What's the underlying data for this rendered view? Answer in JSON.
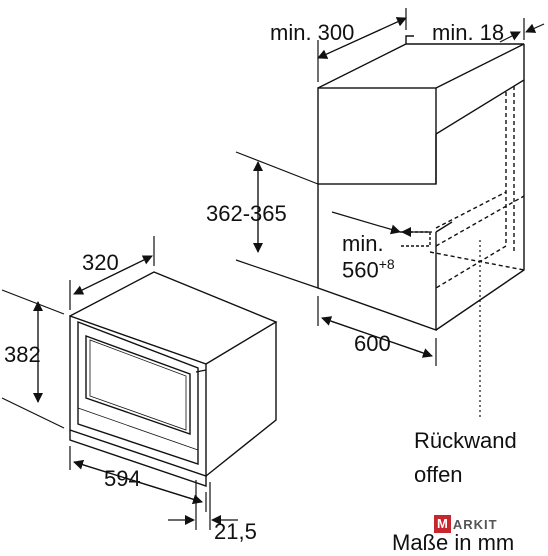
{
  "diagram": {
    "dimensions": {
      "cabinet_depth": "min. 300",
      "cabinet_gap": "min. 18",
      "niche_height": "362-365",
      "niche_width_prefix": "min.",
      "niche_width": "560",
      "niche_width_tolerance": "+8",
      "niche_depth": "600",
      "appliance_depth": "320",
      "appliance_height": "382",
      "appliance_width": "594",
      "front_overhang": "21,5"
    },
    "notes": {
      "back_wall_line1": "Rückwand",
      "back_wall_line2": "offen",
      "units": "Maße in mm"
    },
    "watermark": {
      "box": "M",
      "text": "ARKIT"
    }
  }
}
